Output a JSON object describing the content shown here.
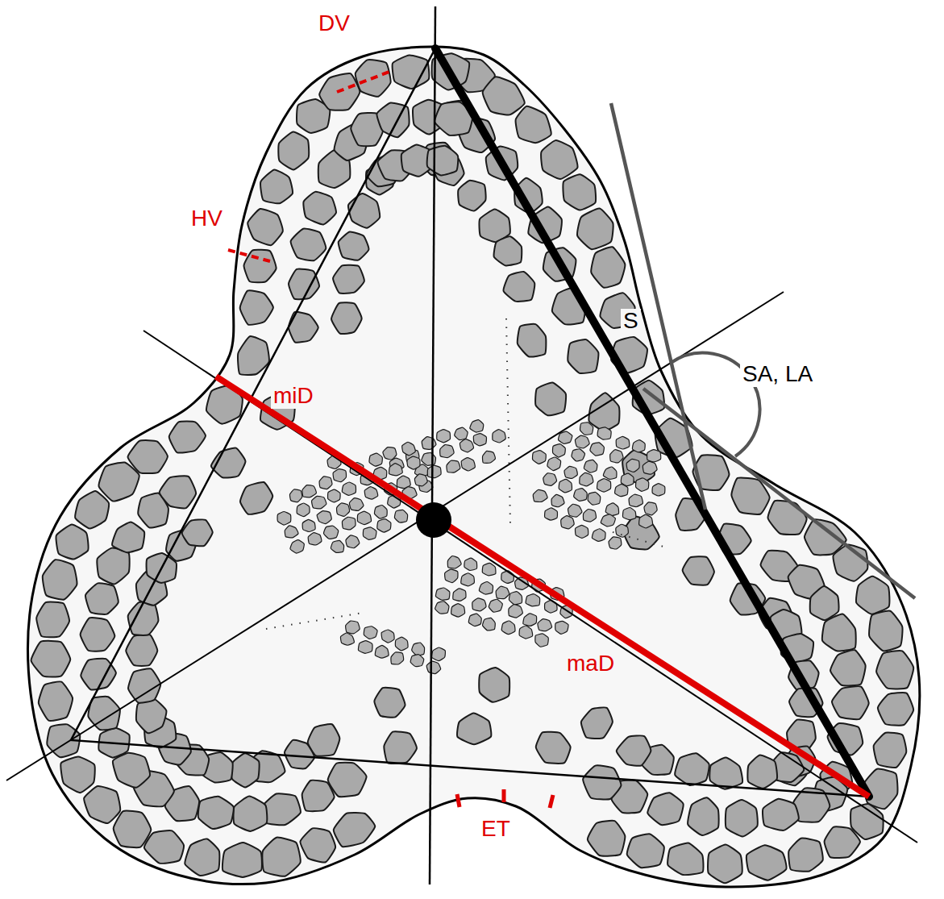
{
  "diagram": {
    "labels": [
      "DV",
      "HV",
      "S",
      "SA, LA",
      "miD",
      "maD",
      "ET"
    ]
  }
}
